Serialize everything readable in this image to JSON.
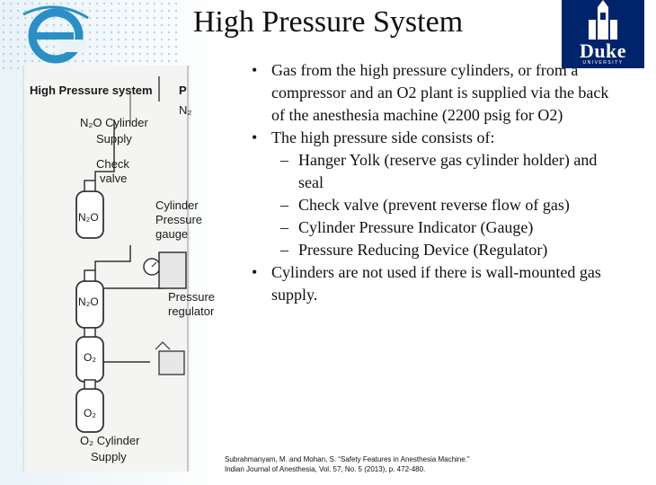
{
  "slide": {
    "title": "High Pressure System",
    "logo": {
      "icon": "e-logo-icon",
      "color": "#2a8fc7"
    },
    "duke_logo": {
      "word": "Duke",
      "sub": "UNIVERSITY",
      "bg": "#00246b"
    }
  },
  "diagram": {
    "heading": "High Pressure system",
    "heading_cut": "P",
    "labels": {
      "n2o_supply_line1": "N₂O Cylinder",
      "n2o_supply_line2": "Supply",
      "check_valve_line1": "Check",
      "check_valve_line2": "valve",
      "gauge_line1": "Cylinder",
      "gauge_line2": "Pressure",
      "gauge_line3": "gauge",
      "regulator_line1": "Pressure",
      "regulator_line2": "regulator",
      "cyl1": "N₂O",
      "cyl2": "N₂O",
      "cyl3": "O₂",
      "cyl4": "O₂",
      "o2_supply_line1": "O₂ Cylinder",
      "o2_supply_line2": "Supply",
      "cut_n2": "N₂"
    }
  },
  "bullets": [
    {
      "type": "main",
      "marker": "•",
      "text": "Gas from the high pressure cylinders, or from a compressor and an O2 plant is supplied via the back of the anesthesia machine (2200 psig for O2)"
    },
    {
      "type": "main",
      "marker": "•",
      "text": "The high pressure side consists of:"
    },
    {
      "type": "sub",
      "marker": "–",
      "text": "Hanger Yolk (reserve gas cylinder holder) and seal"
    },
    {
      "type": "sub",
      "marker": "–",
      "text": "Check valve (prevent reverse flow of gas)"
    },
    {
      "type": "sub",
      "marker": "–",
      "text": "Cylinder Pressure Indicator (Gauge)"
    },
    {
      "type": "sub",
      "marker": "–",
      "text": "Pressure Reducing Device (Regulator)"
    },
    {
      "type": "main",
      "marker": "•",
      "text": "Cylinders are not used if there is wall-mounted gas supply."
    }
  ],
  "citation": {
    "line1": "Subrahmanyam, M. and Mohan, S. “Safety Features in Anesthesia Machine.”",
    "line2": "Indian Journal of Anesthesia, Vol. 57, No. 5 (2013), p. 472-480."
  }
}
